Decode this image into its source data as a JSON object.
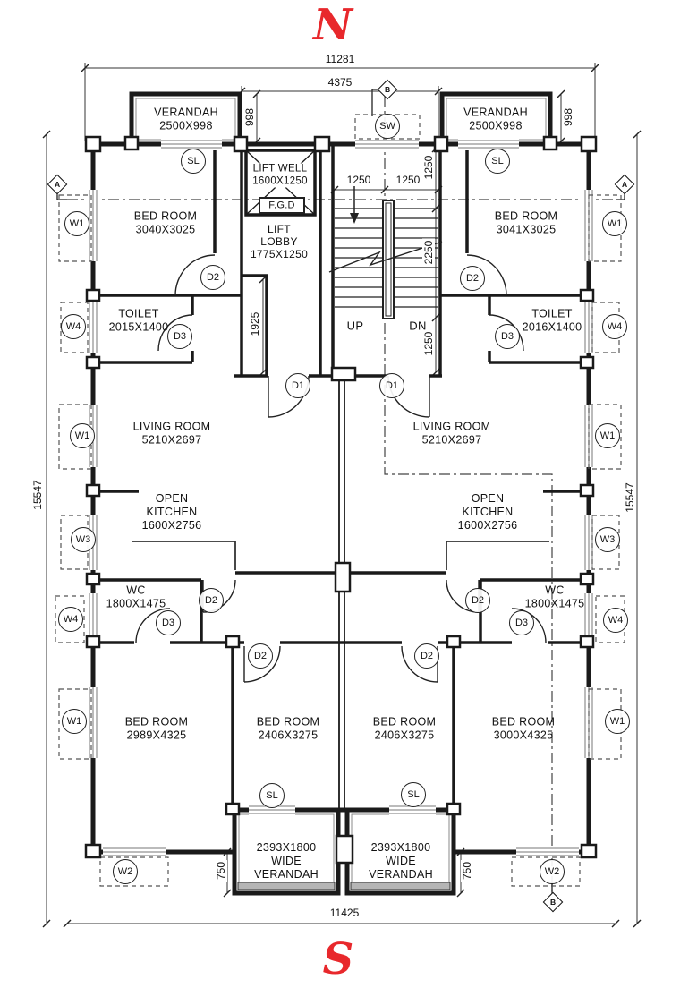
{
  "compass": {
    "north": "N",
    "south": "S"
  },
  "colors": {
    "compass_red": "#e8282c",
    "line": "#1a1a1a"
  },
  "rooms": {
    "verandah_tl": {
      "line1": "VERANDAH",
      "line2": "2500X998"
    },
    "verandah_tr": {
      "line1": "VERANDAH",
      "line2": "2500X998"
    },
    "lift_well": {
      "line1": "LIFT WELL",
      "line2": "1600X1250"
    },
    "fgd": {
      "label": "F.G.D"
    },
    "lift_lobby": {
      "line1": "LIFT",
      "line2": "LOBBY",
      "line3": "1775X1250"
    },
    "bedroom_tl": {
      "line1": "BED ROOM",
      "line2": "3040X3025"
    },
    "bedroom_tr": {
      "line1": "BED ROOM",
      "line2": "3041X3025"
    },
    "toilet_l": {
      "line1": "TOILET",
      "line2": "2015X1400"
    },
    "toilet_r": {
      "line1": "TOILET",
      "line2": "2016X1400"
    },
    "living_l": {
      "line1": "LIVING ROOM",
      "line2": "5210X2697"
    },
    "living_r": {
      "line1": "LIVING ROOM",
      "line2": "5210X2697"
    },
    "kitchen_l": {
      "line1": "OPEN",
      "line2": "KITCHEN",
      "line3": "1600X2756"
    },
    "kitchen_r": {
      "line1": "OPEN",
      "line2": "KITCHEN",
      "line3": "1600X2756"
    },
    "wc_l": {
      "line1": "WC",
      "line2": "1800X1475"
    },
    "wc_r": {
      "line1": "WC",
      "line2": "1800X1475"
    },
    "bedroom_bl": {
      "line1": "BED ROOM",
      "line2": "2989X4325"
    },
    "bedroom_blc": {
      "line1": "BED ROOM",
      "line2": "2406X3275"
    },
    "bedroom_brc": {
      "line1": "BED ROOM",
      "line2": "2406X3275"
    },
    "bedroom_br": {
      "line1": "BED ROOM",
      "line2": "3000X4325"
    },
    "verandah_bl": {
      "line1": "2393X1800",
      "line2": "WIDE",
      "line3": "VERANDAH"
    },
    "verandah_br": {
      "line1": "2393X1800",
      "line2": "WIDE",
      "line3": "VERANDAH"
    }
  },
  "stairs": {
    "up": "UP",
    "down": "DN"
  },
  "dims": {
    "top_overall": "11281",
    "top_center": "4375",
    "bottom_overall": "11425",
    "side_left": "15547",
    "side_right": "15547",
    "verandah_depth_left": "998",
    "verandah_depth_right": "998",
    "stair_flight_left": "1250",
    "stair_flight_right": "1250",
    "stair_top": "1250",
    "stair_mid": "2250",
    "stair_bottom": "1250",
    "lobby_passage": "1925",
    "verandah_bottom_left": "750",
    "verandah_bottom_right": "750"
  },
  "markers": {
    "sl": "SL",
    "sw": "SW",
    "w1": "W1",
    "w2": "W2",
    "w3": "W3",
    "w4": "W4",
    "d1": "D1",
    "d2": "D2",
    "d3": "D3",
    "section_a": "A",
    "section_b": "B"
  }
}
